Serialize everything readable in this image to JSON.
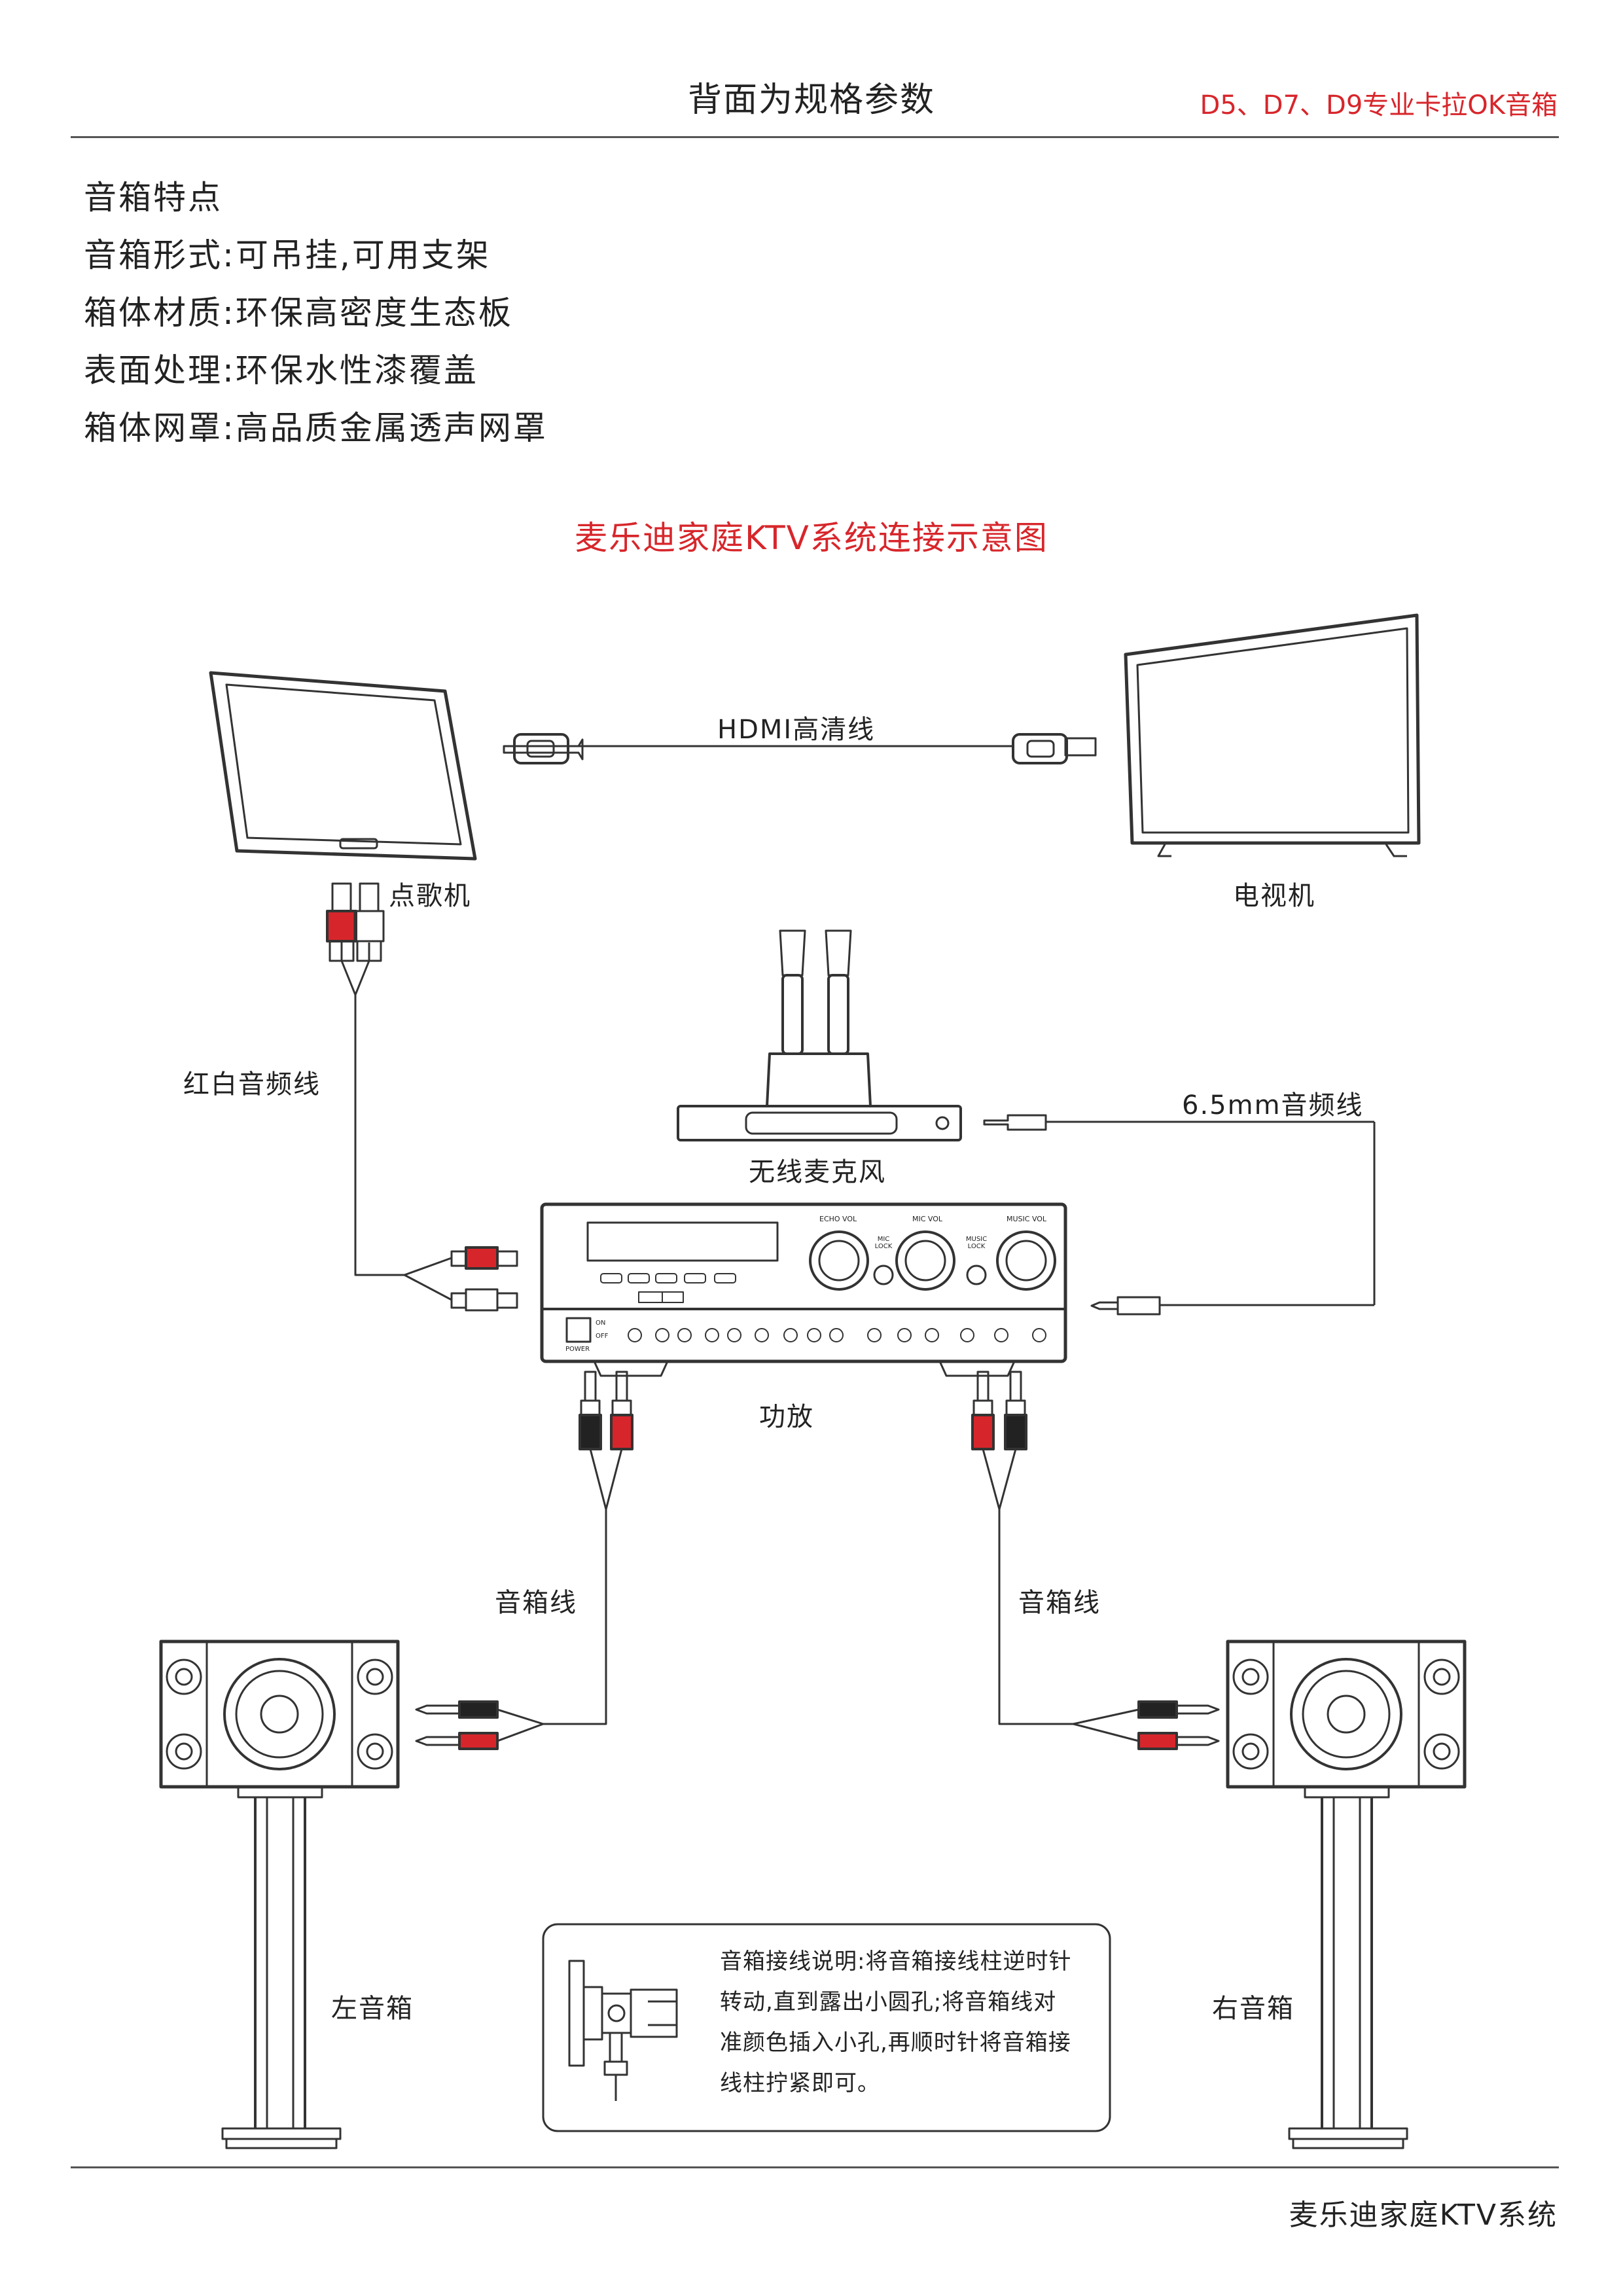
{
  "header": {
    "title": "背面为规格参数",
    "product": "D5、D7、D9专业卡拉OK音箱"
  },
  "features": [
    "音箱特点",
    "音箱形式:可吊挂,可用支架",
    "箱体材质:环保高密度生态板",
    "表面处理:环保水性漆覆盖",
    "箱体网罩:高品质金属透声网罩"
  ],
  "diagram": {
    "title": "麦乐迪家庭KTV系统连接示意图",
    "labels": {
      "hdmi": "HDMI高清线",
      "jukebox": "点歌机",
      "tv": "电视机",
      "rca": "红白音频线",
      "cable65": "6.5mm音频线",
      "mic": "无线麦克风",
      "amp": "功放",
      "spk_cable_left": "音箱线",
      "spk_cable_right": "音箱线",
      "left_speaker": "左音箱",
      "right_speaker": "右音箱"
    },
    "amp_panel": {
      "knobs": [
        "ECHO VOL",
        "MIC VOL",
        "MUSIC VOL"
      ],
      "locks": [
        "MIC LOCK",
        "MUSIC LOCK"
      ],
      "power": "POWER",
      "on": "ON",
      "off": "OFF"
    },
    "note": [
      "音箱接线说明:将音箱接线柱逆时针",
      "转动,直到露出小圆孔;将音箱线对",
      "准颜色插入小孔,再顺时针将音箱接",
      "线柱拧紧即可。"
    ]
  },
  "footer": {
    "text": "麦乐迪家庭KTV系统"
  },
  "colors": {
    "accent": "#d7262b",
    "line": "#333333"
  }
}
